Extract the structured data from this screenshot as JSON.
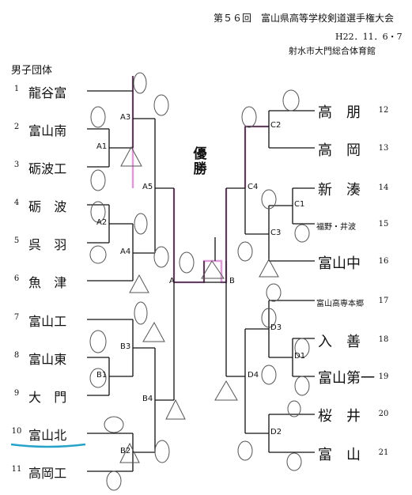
{
  "header": {
    "title": "第５６回　富山県高等学校剣道選手権大会",
    "date": "H22．11．6・7",
    "venue": "射水市大門総合体育館"
  },
  "category": "男子団体",
  "winner_label": "優勝",
  "left_teams": [
    {
      "num": "1",
      "name": "龍谷富"
    },
    {
      "num": "2",
      "name": "富山南"
    },
    {
      "num": "3",
      "name": "砺波工"
    },
    {
      "num": "4",
      "name": "砺　波"
    },
    {
      "num": "5",
      "name": "呉　羽"
    },
    {
      "num": "6",
      "name": "魚　津"
    },
    {
      "num": "7",
      "name": "富山工"
    },
    {
      "num": "8",
      "name": "富山東"
    },
    {
      "num": "9",
      "name": "大　門"
    },
    {
      "num": "10",
      "name": "富山北"
    },
    {
      "num": "11",
      "name": "高岡工"
    }
  ],
  "right_teams": [
    {
      "num": "12",
      "name": "高　朋"
    },
    {
      "num": "13",
      "name": "高　岡"
    },
    {
      "num": "14",
      "name": "新　湊"
    },
    {
      "num": "15",
      "name": "福野・井波"
    },
    {
      "num": "16",
      "name": "富山中"
    },
    {
      "num": "17",
      "name": "富山高専本郷"
    },
    {
      "num": "18",
      "name": "入　善"
    },
    {
      "num": "19",
      "name": "富山第一"
    },
    {
      "num": "20",
      "name": "桜　井"
    },
    {
      "num": "21",
      "name": "富　山"
    }
  ],
  "match_labels": {
    "A1": "A1",
    "A2": "A2",
    "A3": "A3",
    "A4": "A4",
    "A5": "A5",
    "B1": "B1",
    "B2": "B2",
    "B3": "B3",
    "B4": "B4",
    "C1": "C1",
    "C2": "C2",
    "C3": "C3",
    "C4": "C4",
    "D1": "D1",
    "D2": "D2",
    "D3": "D3",
    "D4": "D4",
    "A": "A",
    "B": "B"
  },
  "colors": {
    "ink": "#111111",
    "pencil": "#555555",
    "highlight": "#e09ad8",
    "underline": "#27a3c9"
  }
}
